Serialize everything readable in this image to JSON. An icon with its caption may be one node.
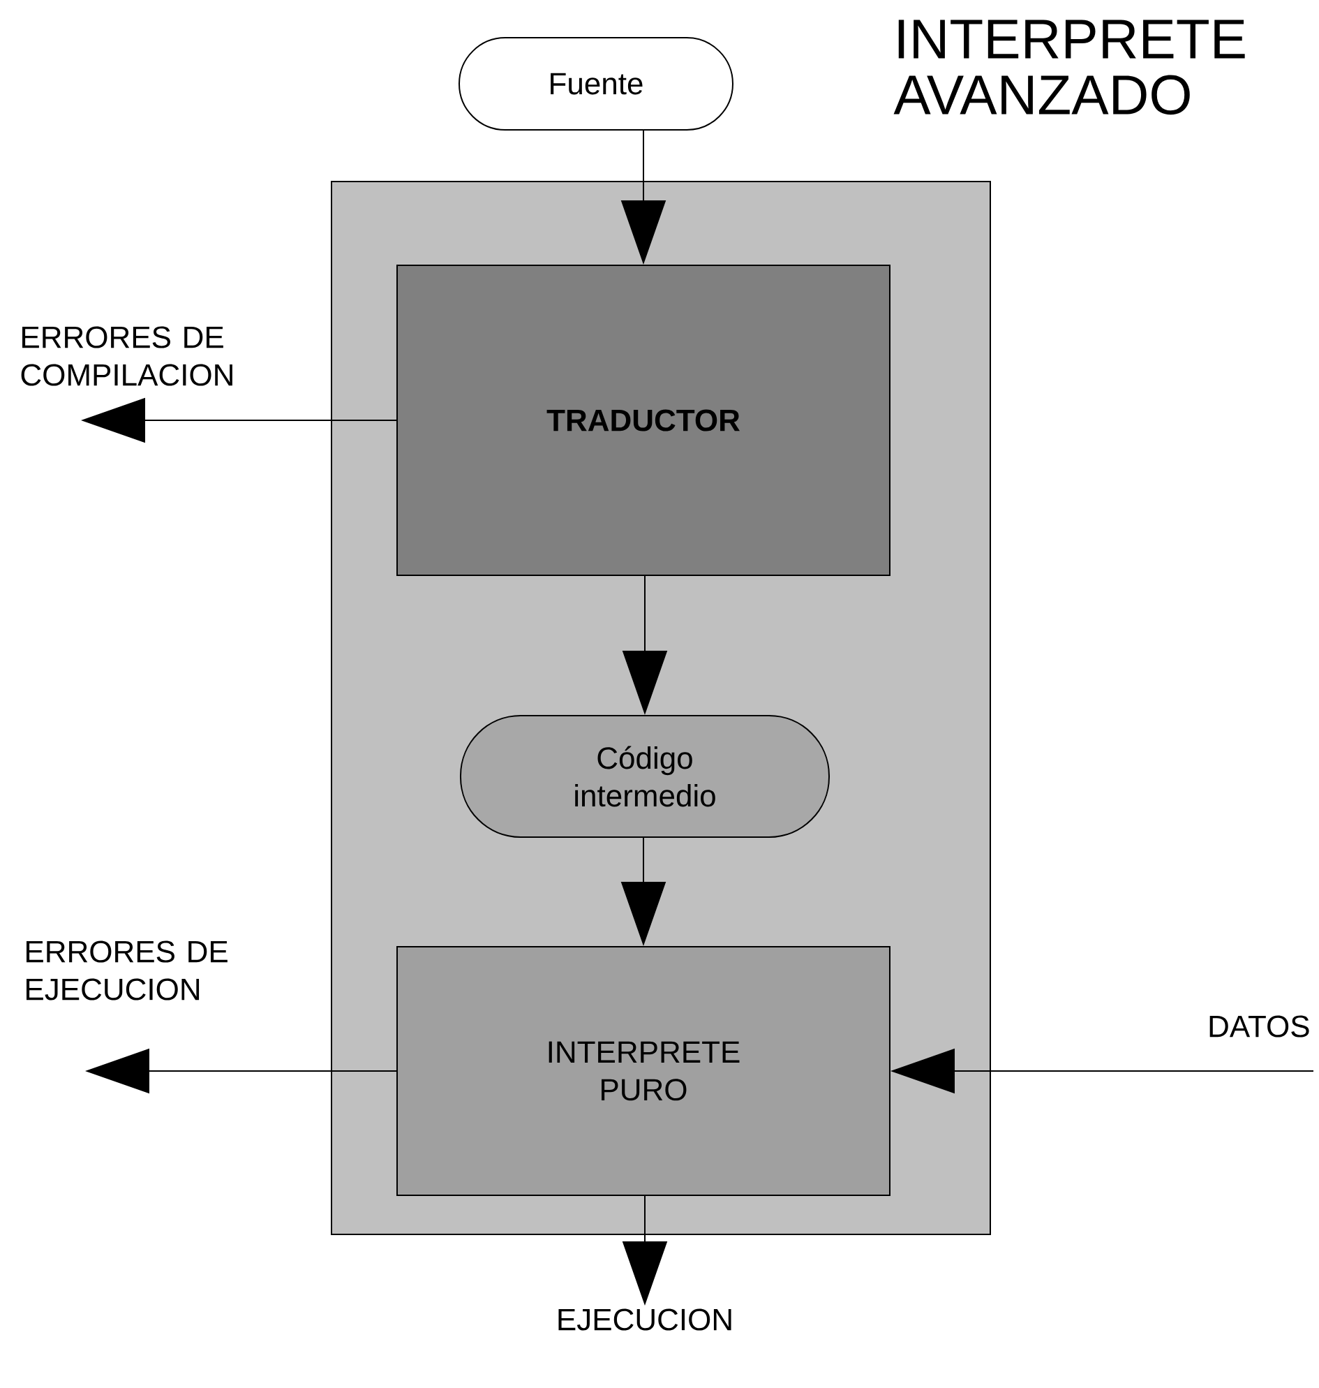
{
  "diagram": {
    "title": "INTERPRETE AVANZADO",
    "nodes": [
      {
        "text": [
          "Fuente"
        ]
      },
      {
        "text": [],
        "shape": "box"
      },
      {
        "text": [
          "TRADUCTOR"
        ],
        "in": 1
      },
      {
        "text": [
          "Código intermedio"
        ],
        "in": 1
      },
      {
        "text": [
          "INTERPRETE PURO"
        ],
        "in": 1
      },
      {
        "text": [
          "ERRORES DE COMPILACION"
        ]
      },
      {
        "text": [
          "ERRORES DE EJECUCION"
        ]
      },
      {
        "text": [
          "DATOS"
        ]
      },
      {
        "text": [
          "EJECUCION"
        ]
      }
    ],
    "edges": [
      {
        "from": 0,
        "to": 2,
        "arrow": "to"
      },
      {
        "from": 2,
        "to": 3,
        "arrow": "to"
      },
      {
        "from": 3,
        "to": 4,
        "arrow": "to"
      },
      {
        "from": 2,
        "to": 5,
        "arrow": "to"
      },
      {
        "from": 4,
        "to": 6,
        "arrow": "to"
      },
      {
        "from": 7,
        "to": 4,
        "arrow": "to"
      },
      {
        "from": 4,
        "to": 8,
        "arrow": "to"
      }
    ]
  }
}
